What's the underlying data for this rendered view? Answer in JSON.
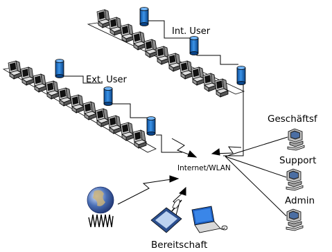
{
  "labels": {
    "int_user": "Int. User",
    "ext_user": "Ext. User",
    "hub": "Internet/WLAN",
    "management": "Geschäftsf",
    "support": "Support",
    "admin": "Admin",
    "standby": "Bereitschaft"
  },
  "colors": {
    "database": "#1a74c9",
    "laptop_screen": "#1f5fc0",
    "line": "#000000"
  },
  "icons": {
    "workstation": "desktop-computer-icon",
    "database": "database-cylinder-icon",
    "globe": "globe-icon",
    "pda": "pda-with-stylus-icon",
    "laptop": "laptop-icon",
    "lightning": "lightning-link-icon"
  }
}
